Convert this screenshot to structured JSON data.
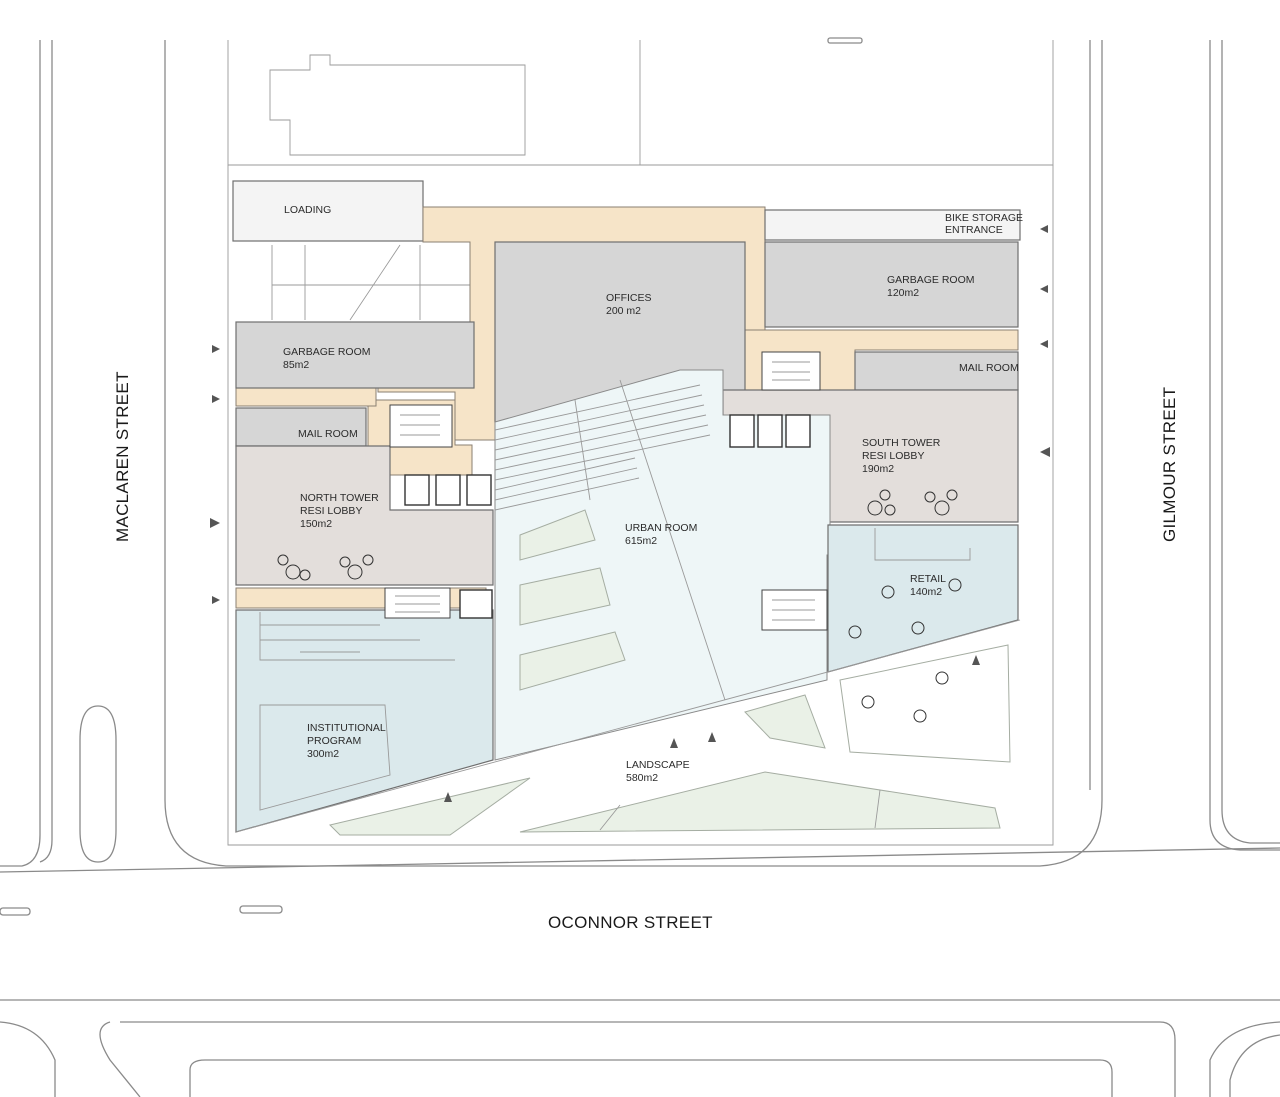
{
  "streets": {
    "west": "MACLAREN STREET",
    "east": "GILMOUR STREET",
    "south": "OCONNOR STREET"
  },
  "rooms": {
    "loading": {
      "name": "LOADING"
    },
    "bike": {
      "line1": "BIKE STORAGE",
      "line2": "ENTRANCE"
    },
    "offices": {
      "name": "OFFICES",
      "area": "200 m2"
    },
    "garbage_south": {
      "name": "GARBAGE ROOM",
      "area": "120m2"
    },
    "garbage_north": {
      "name": "GARBAGE ROOM",
      "area": "85m2"
    },
    "mail_north": {
      "name": "MAIL ROOM"
    },
    "mail_south": {
      "name": "MAIL ROOM"
    },
    "north_lobby": {
      "line1": "NORTH TOWER",
      "line2": "RESI LOBBY",
      "area": "150m2"
    },
    "south_lobby": {
      "line1": "SOUTH TOWER",
      "line2": "RESI LOBBY",
      "area": "190m2"
    },
    "urban_room": {
      "name": "URBAN ROOM",
      "area": "615m2"
    },
    "retail": {
      "name": "RETAIL",
      "area": "140m2"
    },
    "institutional": {
      "line1": "INSTITUTIONAL",
      "line2": "PROGRAM",
      "area": "300m2"
    },
    "landscape": {
      "name": "LANDSCAPE",
      "area": "580m2"
    }
  },
  "colors": {
    "circulation": "#f6e4c8",
    "service": "#d6d6d6",
    "lobby": "#e3dedb",
    "public_blue": "#dbe9ec",
    "urban_room": "#eef6f7",
    "landscape_green": "#eaf1e7"
  }
}
